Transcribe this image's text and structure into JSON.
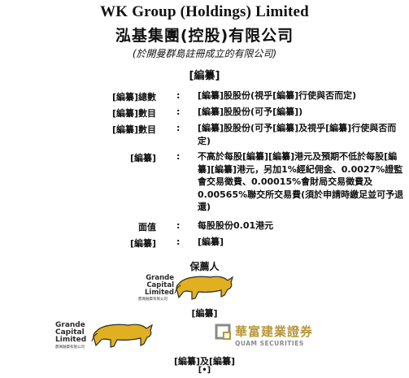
{
  "header": {
    "title_en": "WK Group (Holdings) Limited",
    "title_zh": "泓基集團(控股)有限公司",
    "incorporation_note": "(於開曼群島註冊成立的有限公司)",
    "redacted_stamp": "[編纂]"
  },
  "offer_rows": [
    {
      "label": "[編纂]總數",
      "colon": ":",
      "value": "[編纂]股股份(視乎[編纂]行使與否而定)"
    },
    {
      "label": "[編纂]數目",
      "colon": ":",
      "value": "[編纂]股股份(可予[編纂])"
    },
    {
      "label": "[編纂]數目",
      "colon": ":",
      "value": "[編纂]股股份(可予[編纂]及視乎[編纂]行使與否而定)"
    },
    {
      "label": "[編纂]",
      "colon": ":",
      "value": "不高於每股[編纂][編纂]港元及預期不低於每股[編纂][編纂]港元，另加1%經紀佣金、0.0027%證監會交易徵費、0.00015%會財局交易徵費及0.00565%聯交所交易費(須於申請時繳足並可予退還)"
    },
    {
      "label": "面值",
      "colon": ":",
      "value": "每股股份0.01港元"
    },
    {
      "label": "[編纂]",
      "colon": ":",
      "value": "[編纂]"
    }
  ],
  "sponsor": {
    "heading": "保薦人",
    "logo_line1": "Grande",
    "logo_line2": "Capital",
    "logo_line3": "Limited",
    "logo_zh": "鼎珮融資有限公司"
  },
  "middle_label": "[編纂]",
  "lower_logos": {
    "grande_line1": "Grande",
    "grande_line2": "Capital",
    "grande_line3": "Limited",
    "grande_zh": "鼎珮融資有限公司",
    "quam_zh": "華富建業證券",
    "quam_en": "QUAM SECURITIES"
  },
  "bottom_label": "[編纂]及[編纂]",
  "bullet": "[•]",
  "colors": {
    "bull_gold": "#e0b020",
    "bull_outline": "#2a2a2a",
    "quam_gold": "#b8963a",
    "quam_grey": "#8a8a8a"
  }
}
